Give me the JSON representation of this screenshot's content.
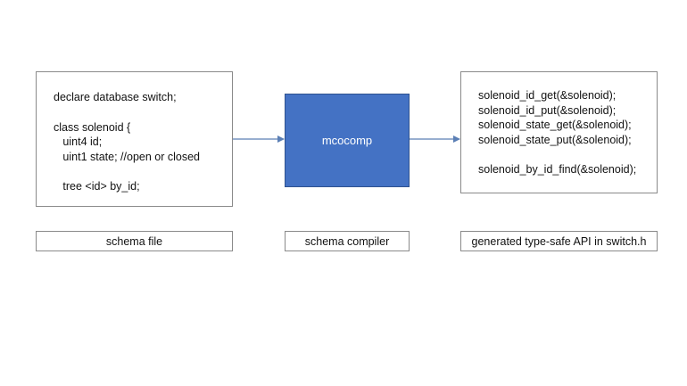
{
  "schema_file": {
    "lines": [
      "declare database switch;",
      "",
      "class solenoid {",
      "   uint4 id;",
      "   uint1 state; //open or closed",
      "",
      "   tree <id> by_id;"
    ],
    "caption": "schema file"
  },
  "compiler": {
    "name": "mcocomp",
    "caption": "schema compiler",
    "fill_color": "#4472c4"
  },
  "generated_api": {
    "lines": [
      "solenoid_id_get(&solenoid);",
      "solenoid_id_put(&solenoid);",
      "solenoid_state_get(&solenoid);",
      "solenoid_state_put(&solenoid);",
      "",
      "solenoid_by_id_find(&solenoid);"
    ],
    "caption": "generated type-safe API in switch.h"
  },
  "arrow_color": "#5b7fb5"
}
